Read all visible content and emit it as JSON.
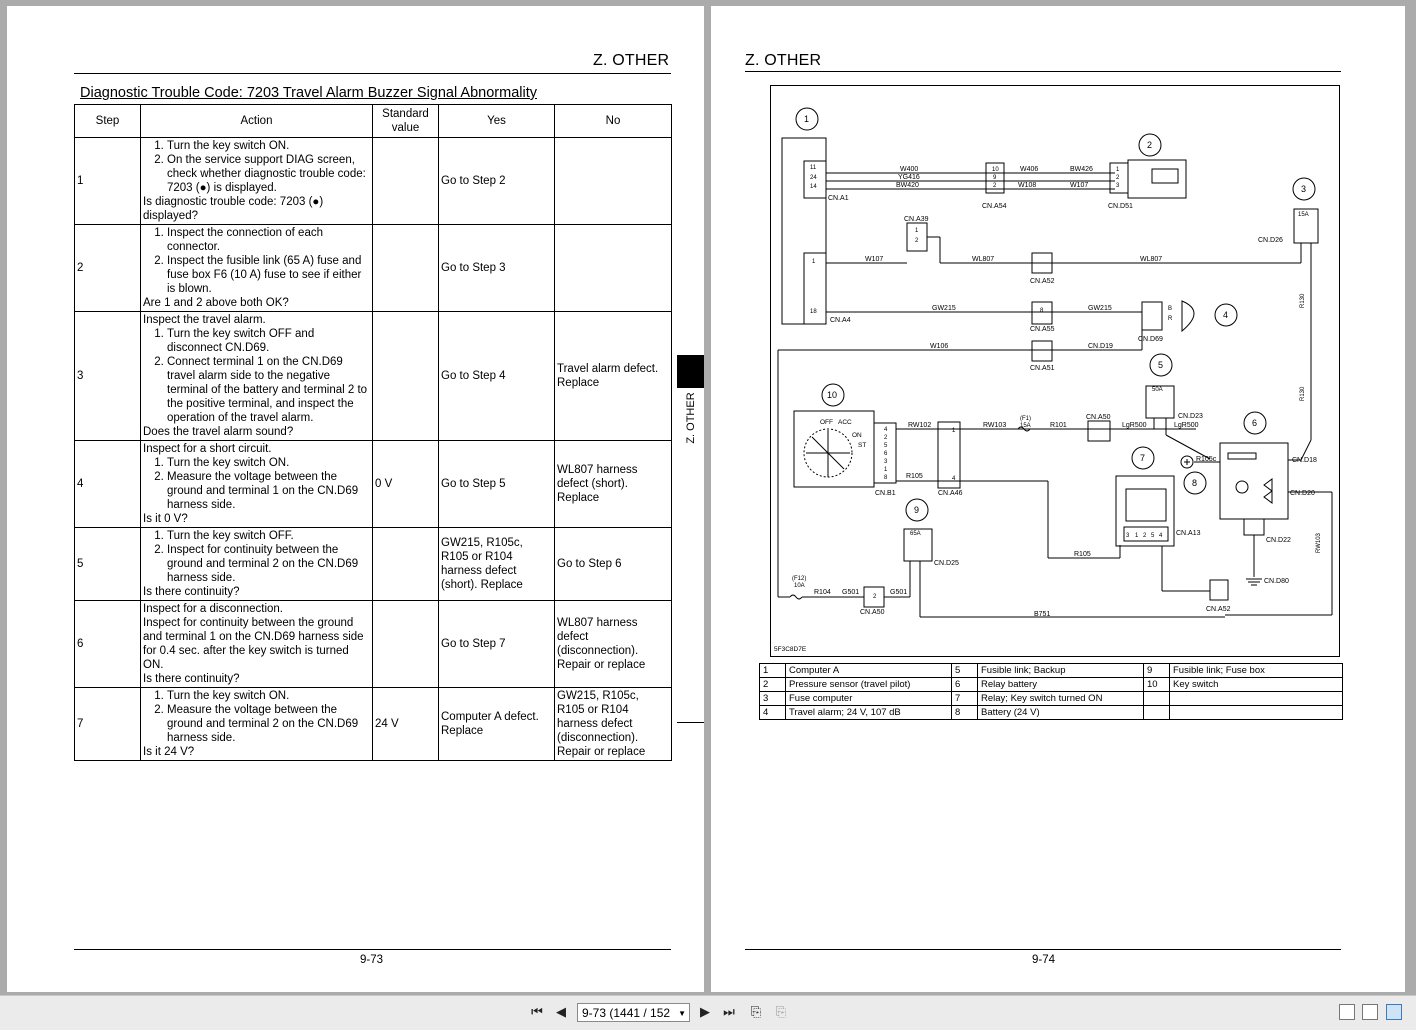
{
  "left_page": {
    "section_title": "Z. OTHER",
    "dtc_title": "Diagnostic Trouble Code: 7203 Travel Alarm Buzzer Signal Abnormality",
    "headers": {
      "step": "Step",
      "action": "Action",
      "standard": "Standard value",
      "yes": "Yes",
      "no": "No"
    },
    "rows": [
      {
        "step": "1",
        "intro": "",
        "items": [
          "Turn the key switch ON.",
          "On the service support DIAG screen, check whether diagnostic trouble code: 7203 (●) is displayed."
        ],
        "question": "Is diagnostic trouble code: 7203 (●) displayed?",
        "standard": "",
        "yes": "Go to Step 2",
        "no": ""
      },
      {
        "step": "2",
        "intro": "",
        "items": [
          "Inspect the connection of each connector.",
          "Inspect the fusible link (65 A) fuse and fuse box F6 (10 A) fuse to see if either is blown."
        ],
        "question": "Are 1 and 2 above both OK?",
        "standard": "",
        "yes": "Go to Step 3",
        "no": ""
      },
      {
        "step": "3",
        "intro": "Inspect the travel alarm.",
        "items": [
          "Turn the key switch OFF and disconnect CN.D69.",
          "Connect terminal 1 on the CN.D69 travel alarm side to the negative terminal of the battery and terminal 2 to the positive terminal, and inspect the operation of the travel alarm."
        ],
        "question": "Does the travel alarm sound?",
        "standard": "",
        "yes": "Go to Step 4",
        "no": "Travel alarm defect. Replace"
      },
      {
        "step": "4",
        "intro": "Inspect for a short circuit.",
        "items": [
          "Turn the key switch ON.",
          "Measure the voltage between the ground and terminal 1 on the CN.D69 harness side."
        ],
        "question": "Is it 0 V?",
        "standard": "0 V",
        "yes": "Go to Step 5",
        "no": "WL807 harness defect (short). Replace"
      },
      {
        "step": "5",
        "intro": "",
        "items": [
          "Turn the key switch OFF.",
          "Inspect for continuity between the ground and terminal 2 on the CN.D69 harness side."
        ],
        "question": "Is there continuity?",
        "standard": "",
        "yes": "GW215, R105c, R105 or R104 harness defect (short). Replace",
        "no": "Go to Step 6"
      },
      {
        "step": "6",
        "intro": "Inspect for a disconnection.",
        "items": [],
        "plain": "Inspect for continuity between the ground and terminal 1 on the CN.D69 harness side for 0.4 sec. after the key switch is turned ON.",
        "question": "Is there continuity?",
        "standard": "",
        "yes": "Go to Step 7",
        "no": "WL807 harness defect (disconnection). Repair or replace"
      },
      {
        "step": "7",
        "intro": "",
        "items": [
          "Turn the key switch ON.",
          "Measure the voltage between the ground and terminal 2 on the CN.D69 harness side."
        ],
        "question": "Is it 24 V?",
        "standard": "24 V",
        "yes": "Computer A defect. Replace",
        "no": "GW215, R105c, R105 or R104 harness defect (disconnection). Repair or replace"
      }
    ],
    "side_tab": "Z. OTHER",
    "page_number": "9-73"
  },
  "right_page": {
    "section_title": "Z. OTHER",
    "page_number": "9-74",
    "diagram": {
      "figure_code": "5F3C8D7E",
      "callouts": [
        "1",
        "2",
        "3",
        "4",
        "5",
        "6",
        "7",
        "8",
        "9",
        "10"
      ],
      "connectors": [
        "CN.A1",
        "CN.A54",
        "CN.D51",
        "CN.A39",
        "CN.D26",
        "CN.A52",
        "CN.A4",
        "CN.A55",
        "CN.D69",
        "CN.A51",
        "CN.A50",
        "CN.D23",
        "CN.B1",
        "CN.A46",
        "CN.D18",
        "CN.D20",
        "CN.A13",
        "CN.D22",
        "CN.D25",
        "CN.D80",
        "CN.A50",
        "CN.A52"
      ],
      "wires": [
        "W400",
        "YG416",
        "BW420",
        "W406",
        "BW426",
        "W108",
        "W107",
        "W107",
        "WL807",
        "WL807",
        "GW215",
        "GW215",
        "W106",
        "CN.D19",
        "R130",
        "R130",
        "RW103",
        "RW103",
        "RW102",
        "R101",
        "LgR500",
        "LgR500",
        "R105c",
        "R105",
        "R105",
        "R104",
        "G501",
        "G501",
        "B751"
      ],
      "fuses": [
        "15A",
        "50A",
        "65A",
        "(F1)",
        "15A",
        "(F12)",
        "10A"
      ],
      "switch_labels": [
        "OFF",
        "ACC",
        "ON",
        "ST"
      ],
      "pins": {
        "a1": [
          "11",
          "24",
          "14"
        ],
        "a54": [
          "10",
          "9",
          "2"
        ],
        "d51": [
          "1",
          "2",
          "3"
        ],
        "a39": [
          "1",
          "2"
        ],
        "a4a": [
          "1"
        ],
        "a4b": [
          "18"
        ],
        "a55": [
          "8"
        ],
        "d69": [
          "B",
          "R"
        ],
        "b1": [
          "4",
          "2",
          "5",
          "6",
          "3",
          "1",
          "8"
        ],
        "a46a": [
          "1"
        ],
        "a46b": [
          "4"
        ],
        "a13": [
          "3",
          "1",
          "2",
          "5",
          "4"
        ],
        "a50b": [
          "2"
        ]
      }
    },
    "legend": [
      [
        "1",
        "Computer A",
        "5",
        "Fusible link; Backup",
        "9",
        "Fusible link; Fuse box"
      ],
      [
        "2",
        "Pressure sensor (travel pilot)",
        "6",
        "Relay battery",
        "10",
        "Key switch"
      ],
      [
        "3",
        "Fuse computer",
        "7",
        "Relay; Key switch turned ON",
        "",
        ""
      ],
      [
        "4",
        "Travel alarm; 24 V, 107 dB",
        "8",
        "Battery (24 V)",
        "",
        ""
      ]
    ]
  },
  "toolbar": {
    "page_field": "9-73 (1441 / 152",
    "first_icon": "first-page-icon",
    "prev_icon": "previous-page-icon",
    "next_icon": "next-page-icon",
    "last_icon": "last-page-icon"
  }
}
